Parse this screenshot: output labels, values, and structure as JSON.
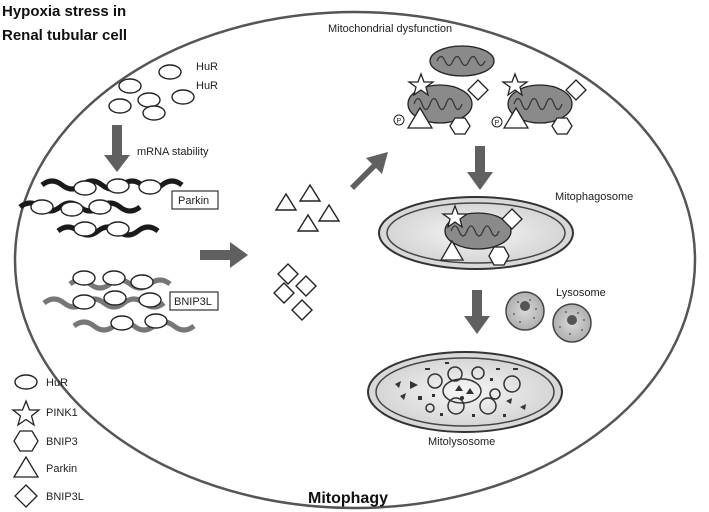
{
  "title_line1": "Hypoxia stress in",
  "title_line2": "Renal tubular cell",
  "hur_label_1": "HuR",
  "hur_label_2": "HuR",
  "mrna_stability": "mRNA stability",
  "parkin_box": "Parkin",
  "bnip3l_box": "BNIP3L",
  "mito_dysfunction": "Mitochondrial dysfunction",
  "mitophagosome": "Mitophagosome",
  "lysosome": "Lysosome",
  "mitolysosome": "Mitolysosome",
  "mitophagy": "Mitophagy",
  "phospho_mark": "P",
  "legend": {
    "hur": "HuR",
    "pink1": "PINK1",
    "bnip3": "BNIP3",
    "parkin": "Parkin",
    "bnip3l": "BNIP3L"
  },
  "colors": {
    "arrow": "#606060",
    "mito_fill": "#8a8a8a",
    "strand_dark": "#1a1a1a",
    "strand_gray": "#777777",
    "lysosome_fill": "#b8b8b8",
    "phagosome_fill": "#e8e8e8"
  }
}
